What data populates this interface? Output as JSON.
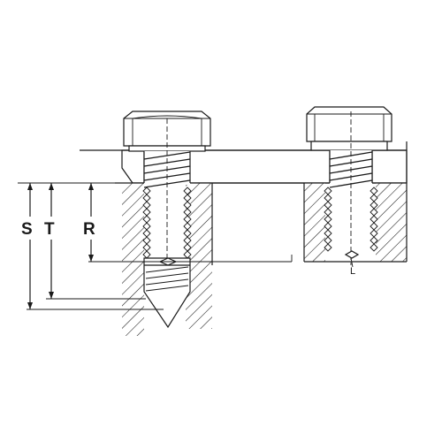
{
  "dimension_labels": {
    "s": "S",
    "t": "T",
    "r": "R",
    "l": "L"
  }
}
